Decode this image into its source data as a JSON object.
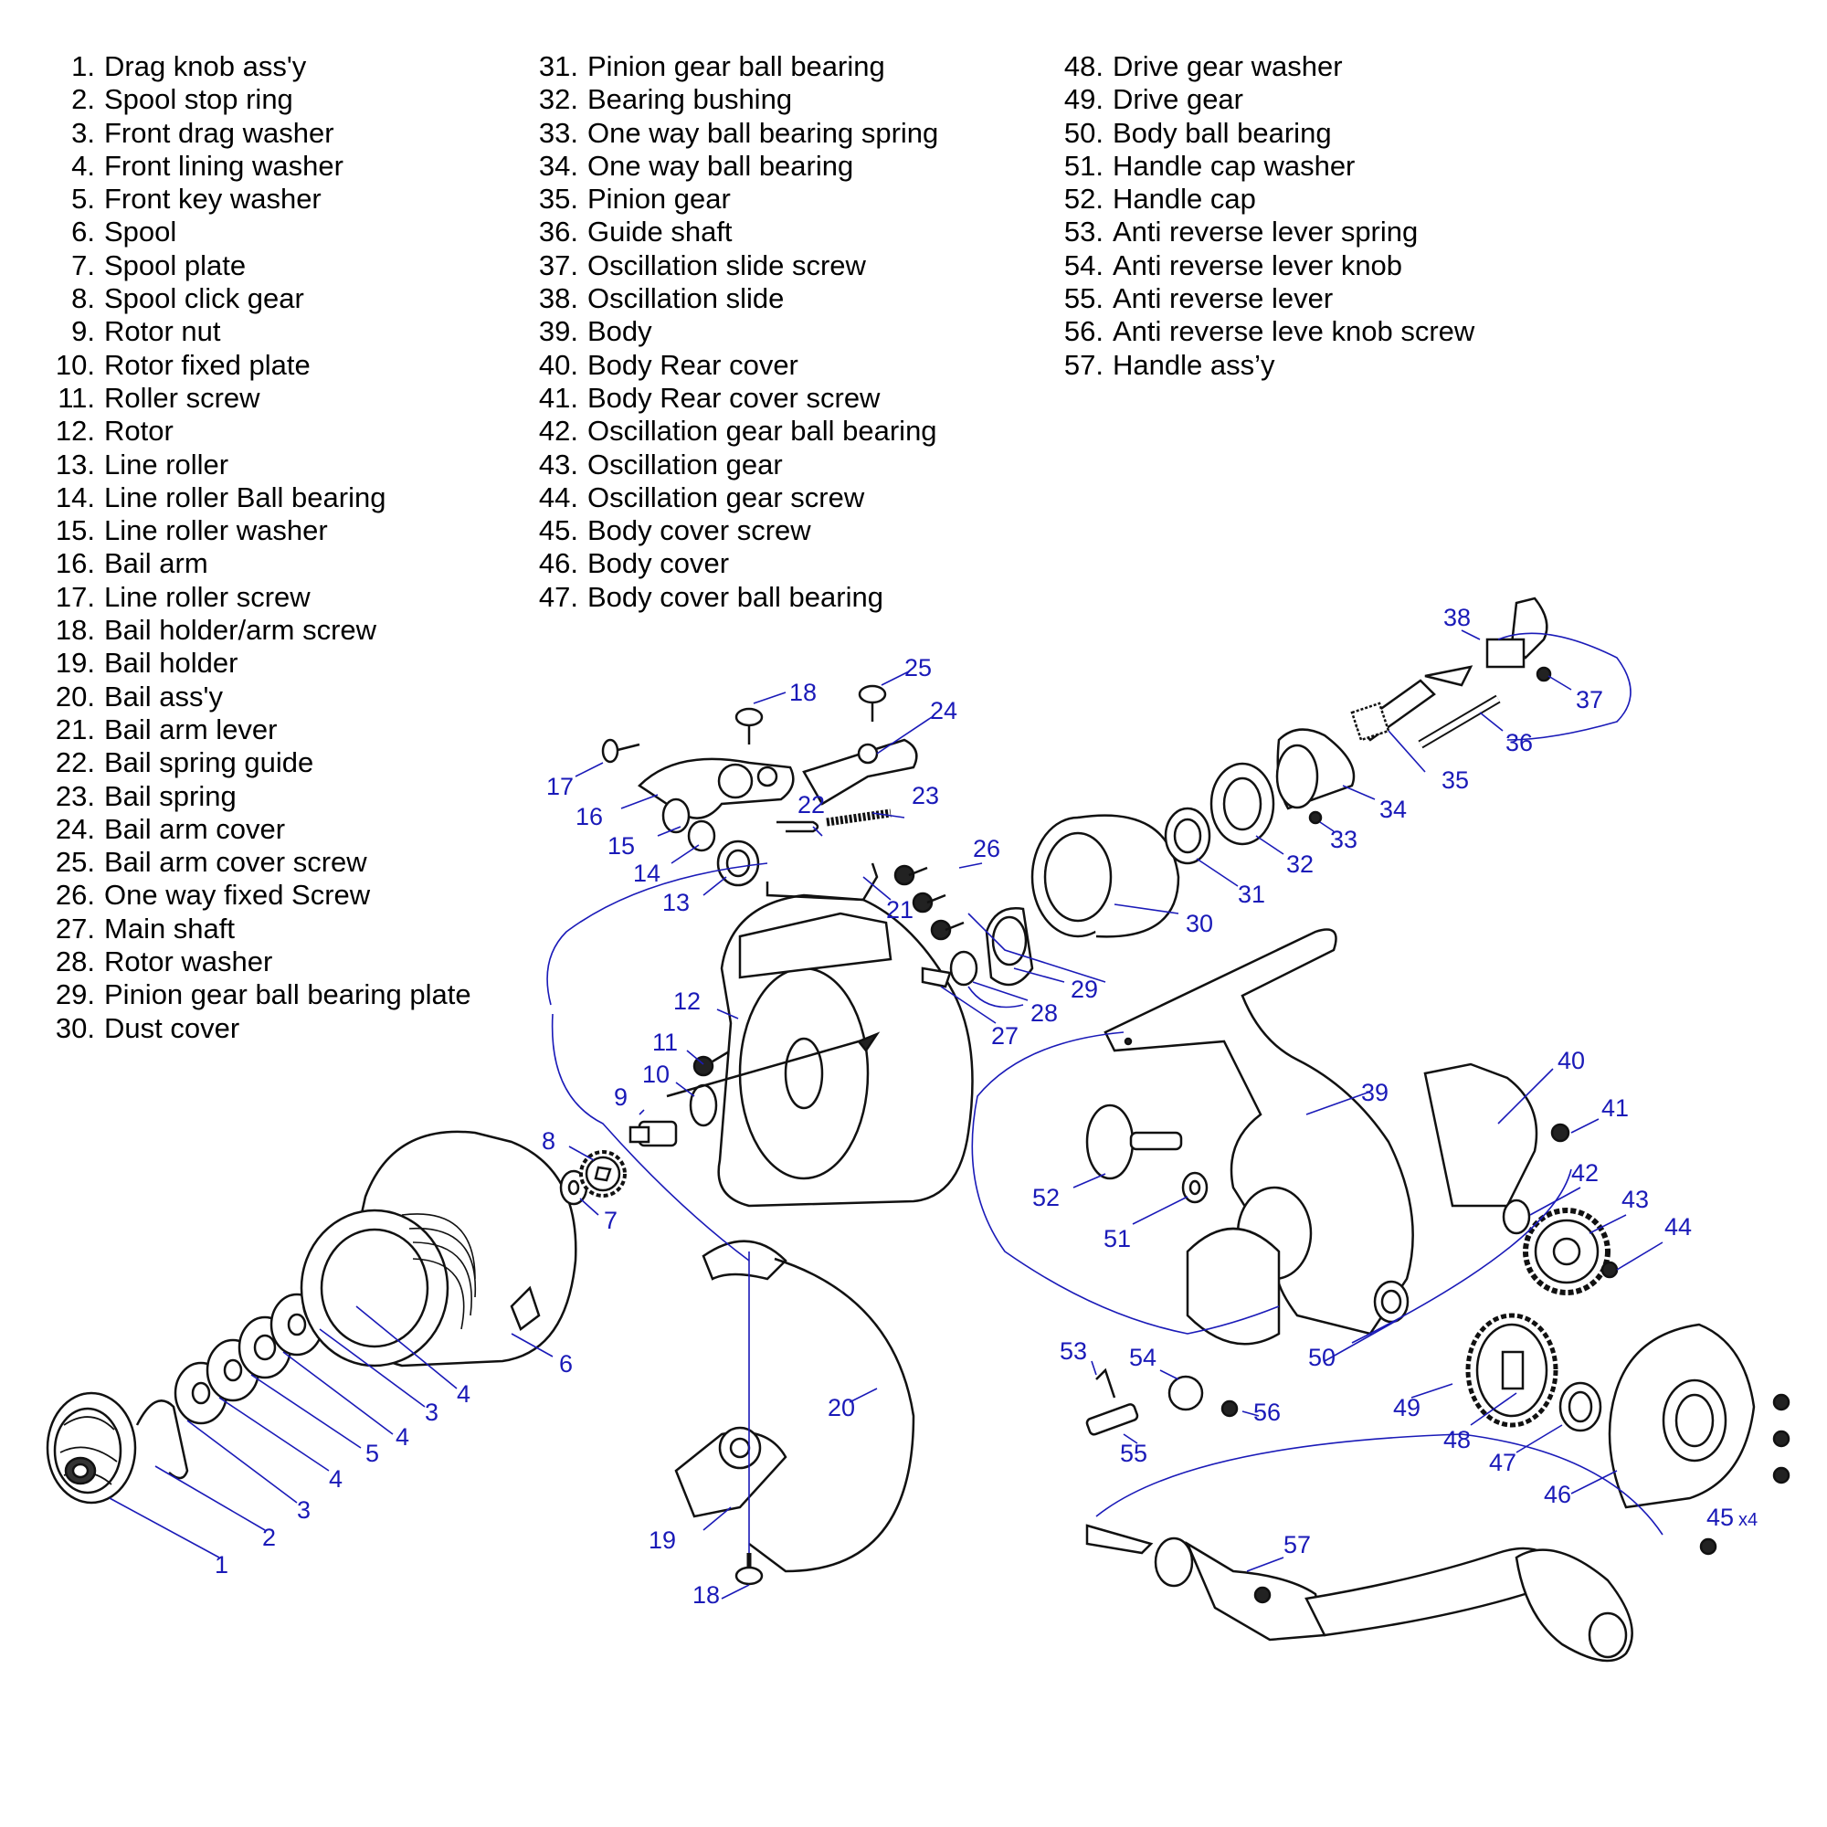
{
  "parts_list": [
    [
      {
        "num": "1.",
        "name": "Drag knob ass'y"
      },
      {
        "num": "2.",
        "name": "Spool stop ring"
      },
      {
        "num": "3.",
        "name": "Front drag washer"
      },
      {
        "num": "4.",
        "name": "Front lining washer"
      },
      {
        "num": "5.",
        "name": "Front key washer"
      },
      {
        "num": "6.",
        "name": "Spool"
      },
      {
        "num": "7.",
        "name": "Spool plate"
      },
      {
        "num": "8.",
        "name": "Spool click gear"
      },
      {
        "num": "9.",
        "name": "Rotor nut"
      },
      {
        "num": "10.",
        "name": "Rotor fixed plate"
      },
      {
        "num": "11.",
        "name": "Roller screw"
      },
      {
        "num": "12.",
        "name": "Rotor"
      },
      {
        "num": "13.",
        "name": "Line roller"
      },
      {
        "num": "14.",
        "name": "Line roller Ball bearing"
      },
      {
        "num": "15.",
        "name": "Line roller washer"
      },
      {
        "num": "16.",
        "name": "Bail arm"
      },
      {
        "num": "17.",
        "name": "Line roller screw"
      },
      {
        "num": "18.",
        "name": "Bail holder/arm  screw"
      },
      {
        "num": "19.",
        "name": "Bail holder"
      },
      {
        "num": "20.",
        "name": "Bail ass'y"
      },
      {
        "num": "21.",
        "name": "Bail arm lever"
      },
      {
        "num": "22.",
        "name": "Bail spring guide"
      },
      {
        "num": "23.",
        "name": "Bail spring"
      },
      {
        "num": "24.",
        "name": "Bail arm cover"
      },
      {
        "num": "25.",
        "name": "Bail arm cover screw"
      },
      {
        "num": "26.",
        "name": "One way fixed Screw"
      },
      {
        "num": "27.",
        "name": "Main shaft"
      },
      {
        "num": "28.",
        "name": "Rotor washer"
      },
      {
        "num": "29.",
        "name": "Pinion gear ball bearing plate"
      },
      {
        "num": "30.",
        "name": "Dust cover"
      }
    ],
    [
      {
        "num": "31.",
        "name": "Pinion gear ball bearing"
      },
      {
        "num": "32.",
        "name": "Bearing bushing"
      },
      {
        "num": "33.",
        "name": "One way ball bearing spring"
      },
      {
        "num": "34.",
        "name": "One way ball bearing"
      },
      {
        "num": "35.",
        "name": "Pinion gear"
      },
      {
        "num": "36.",
        "name": "Guide shaft"
      },
      {
        "num": "37.",
        "name": "Oscillation slide screw"
      },
      {
        "num": "38.",
        "name": "Oscillation slide"
      },
      {
        "num": "39.",
        "name": "Body"
      },
      {
        "num": "40.",
        "name": "Body Rear cover"
      },
      {
        "num": "41.",
        "name": "Body Rear cover screw"
      },
      {
        "num": "42.",
        "name": "Oscillation gear ball bearing"
      },
      {
        "num": "43.",
        "name": "Oscillation gear"
      },
      {
        "num": "44.",
        "name": "Oscillation gear screw"
      },
      {
        "num": "45.",
        "name": "Body cover screw"
      },
      {
        "num": "46.",
        "name": "Body cover"
      },
      {
        "num": "47.",
        "name": "Body cover ball bearing"
      }
    ],
    [
      {
        "num": "48.",
        "name": "Drive gear washer"
      },
      {
        "num": "49.",
        "name": "Drive gear"
      },
      {
        "num": "50.",
        "name": "Body ball bearing"
      },
      {
        "num": "51.",
        "name": "Handle cap washer"
      },
      {
        "num": "52.",
        "name": "Handle cap"
      },
      {
        "num": "53.",
        "name": "Anti reverse lever spring"
      },
      {
        "num": "54.",
        "name": "Anti reverse lever knob"
      },
      {
        "num": "55.",
        "name": "Anti reverse lever"
      },
      {
        "num": "56.",
        "name": "Anti reverse leve knob screw"
      },
      {
        "num": "57.",
        "name": "Handle ass’y"
      }
    ]
  ],
  "callouts": {
    "c1": "1",
    "c2": "2",
    "c3a": "3",
    "c3b": "3",
    "c4a": "4",
    "c4b": "4",
    "c4c": "4",
    "c5": "5",
    "c6": "6",
    "c7": "7",
    "c8": "8",
    "c9": "9",
    "c10": "10",
    "c11": "11",
    "c12": "12",
    "c13": "13",
    "c14": "14",
    "c15": "15",
    "c16": "16",
    "c17": "17",
    "c18a": "18",
    "c18b": "18",
    "c19": "19",
    "c20": "20",
    "c21": "21",
    "c22": "22",
    "c23": "23",
    "c24": "24",
    "c25": "25",
    "c26": "26",
    "c27": "27",
    "c28": "28",
    "c29": "29",
    "c30": "30",
    "c31": "31",
    "c32": "32",
    "c33": "33",
    "c34": "34",
    "c35": "35",
    "c36": "36",
    "c37": "37",
    "c38": "38",
    "c39": "39",
    "c40": "40",
    "c41": "41",
    "c42": "42",
    "c43": "43",
    "c44": "44",
    "c45": "45",
    "c45x": "x4",
    "c46": "46",
    "c47": "47",
    "c48": "48",
    "c49": "49",
    "c50": "50",
    "c51": "51",
    "c52": "52",
    "c53": "53",
    "c54": "54",
    "c55": "55",
    "c56": "56",
    "c57": "57"
  },
  "colors": {
    "text": "#000000",
    "callout": "#1a1ab8",
    "line": "#1a1ab8",
    "part": "#111111"
  }
}
